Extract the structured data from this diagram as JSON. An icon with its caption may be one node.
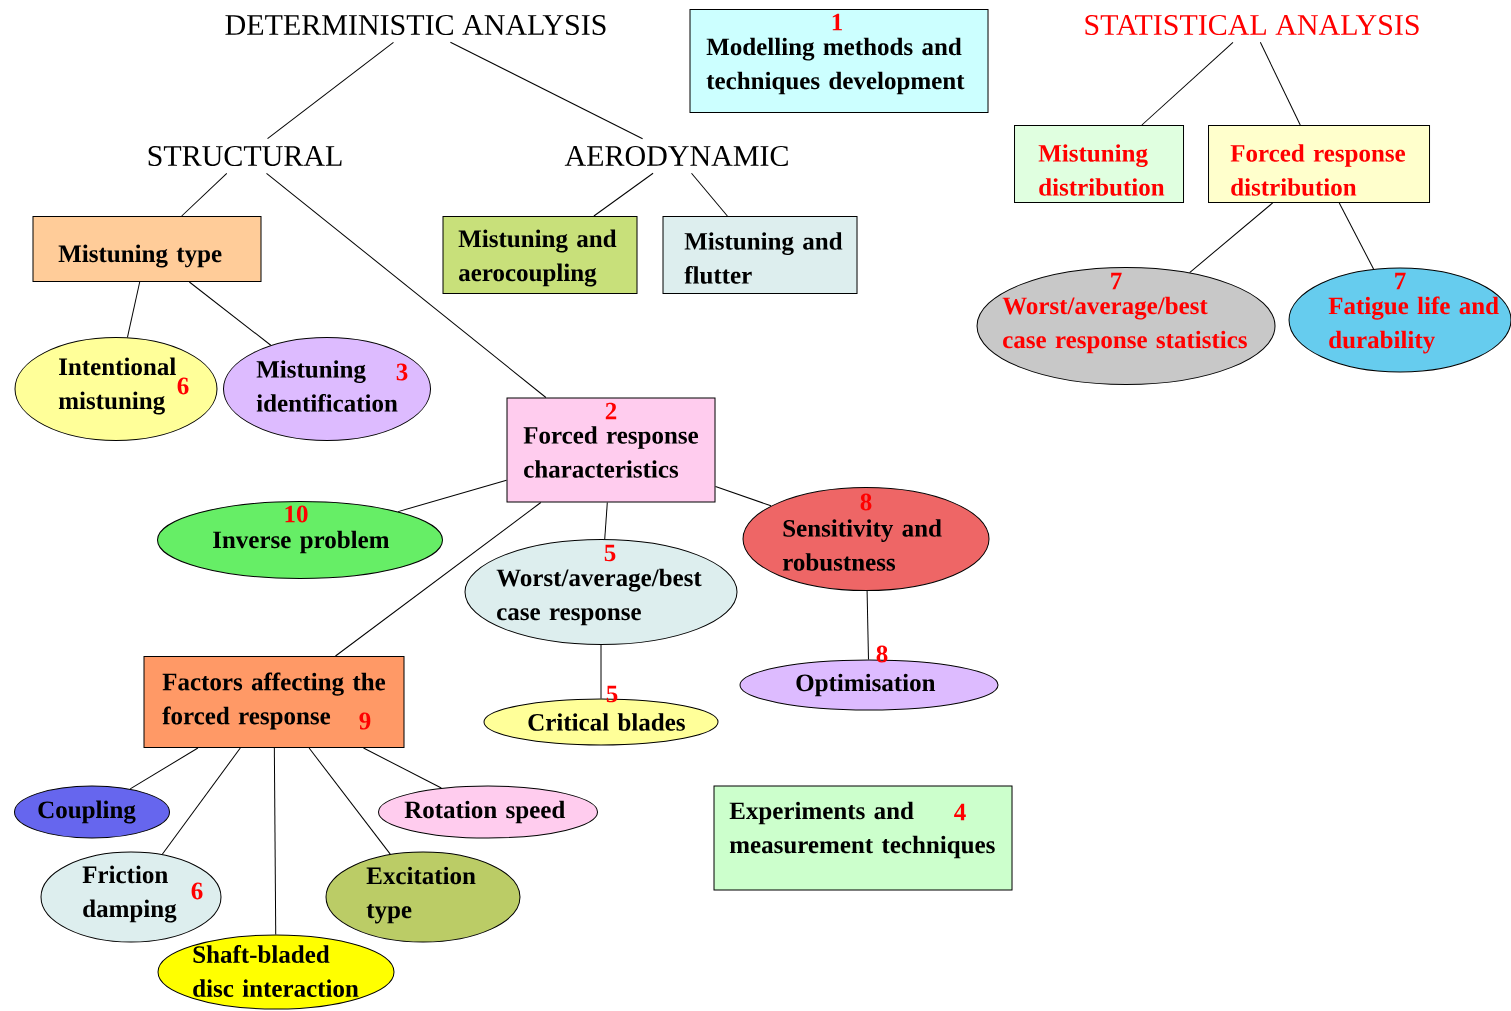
{
  "diagram": {
    "nodes": [
      {
        "text": [
          "DETERMINISTIC ANALYSIS"
        ]
      },
      {
        "text": [
          "1",
          "Modelling methods and techniques development"
        ]
      },
      {
        "text": [
          "STATISTICAL ANALYSIS"
        ]
      },
      {
        "text": [
          "STRUCTURAL"
        ]
      },
      {
        "text": [
          "AERODYNAMIC"
        ]
      },
      {
        "text": [
          "Mistuning distribution"
        ]
      },
      {
        "text": [
          "Forced response distribution"
        ]
      },
      {
        "text": [
          "Mistuning type"
        ]
      },
      {
        "text": [
          "Mistuning and aerocoupling"
        ]
      },
      {
        "text": [
          "Mistuning and flutter"
        ]
      },
      {
        "text": [
          "7",
          "Worst/average/best case response statistics"
        ]
      },
      {
        "text": [
          "7",
          "Fatigue life and durability"
        ]
      },
      {
        "text": [
          "Intentional mistuning",
          "6"
        ]
      },
      {
        "text": [
          "Mistuning identification",
          "3"
        ]
      },
      {
        "text": [
          "2",
          "Forced response characteristics"
        ]
      },
      {
        "text": [
          "10",
          "Inverse problem"
        ]
      },
      {
        "text": [
          "8",
          "Sensitivity and robustness"
        ]
      },
      {
        "text": [
          "5",
          "Worst/average/best case response"
        ]
      },
      {
        "text": [
          "Factors affecting the forced response",
          "9"
        ]
      },
      {
        "text": [
          "8",
          "Optimisation"
        ]
      },
      {
        "text": [
          "5",
          "Critical blades"
        ]
      },
      {
        "text": [
          "Experiments and measurement techniques",
          "4"
        ]
      },
      {
        "text": [
          "Coupling"
        ]
      },
      {
        "text": [
          "Rotation speed"
        ]
      },
      {
        "text": [
          "Friction damping",
          "6"
        ]
      },
      {
        "text": [
          "Excitation type"
        ]
      },
      {
        "text": [
          "Shaft-bladed disc interaction"
        ]
      }
    ],
    "edges": [
      {
        "from": 0,
        "to": 3,
        "arrow": "none"
      },
      {
        "from": 0,
        "to": 4,
        "arrow": "none"
      },
      {
        "from": 2,
        "to": 5,
        "arrow": "none"
      },
      {
        "from": 2,
        "to": 6,
        "arrow": "none"
      },
      {
        "from": 3,
        "to": 7,
        "arrow": "none"
      },
      {
        "from": 3,
        "to": 14,
        "arrow": "none"
      },
      {
        "from": 4,
        "to": 8,
        "arrow": "none"
      },
      {
        "from": 4,
        "to": 9,
        "arrow": "none"
      },
      {
        "from": 6,
        "to": 10,
        "arrow": "none"
      },
      {
        "from": 6,
        "to": 11,
        "arrow": "none"
      },
      {
        "from": 7,
        "to": 12,
        "arrow": "none"
      },
      {
        "from": 7,
        "to": 13,
        "arrow": "none"
      },
      {
        "from": 14,
        "to": 15,
        "arrow": "none"
      },
      {
        "from": 14,
        "to": 16,
        "arrow": "none"
      },
      {
        "from": 14,
        "to": 17,
        "arrow": "none"
      },
      {
        "from": 14,
        "to": 18,
        "arrow": "none"
      },
      {
        "from": 17,
        "to": 20,
        "arrow": "none"
      },
      {
        "from": 16,
        "to": 19,
        "arrow": "none"
      },
      {
        "from": 18,
        "to": 22,
        "arrow": "none"
      },
      {
        "from": 18,
        "to": 24,
        "arrow": "none"
      },
      {
        "from": 18,
        "to": 26,
        "arrow": "none"
      },
      {
        "from": 18,
        "to": 25,
        "arrow": "none"
      },
      {
        "from": 18,
        "to": 23,
        "arrow": "none"
      }
    ]
  }
}
